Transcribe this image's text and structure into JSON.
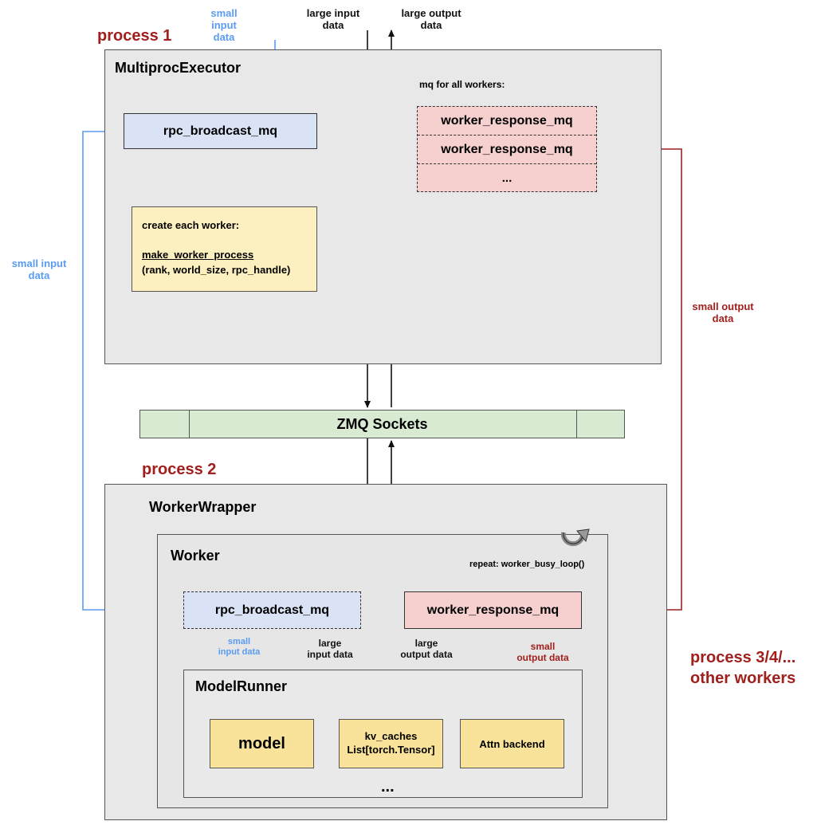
{
  "process1": "process 1",
  "process2": "process 2",
  "process_other": {
    "line1": "process 3/4/...",
    "line2": "other workers"
  },
  "executor": {
    "title": "MultiprocExecutor",
    "rpc_mq": "rpc_broadcast_mq",
    "mq_caption": "mq for all workers:",
    "response_mqs": [
      "worker_response_mq",
      "worker_response_mq",
      "..."
    ],
    "create_box": {
      "line1": "create each worker:",
      "func": "make_worker_process",
      "args": "(rank, world_size, rpc_handle)"
    }
  },
  "zmq": "ZMQ Sockets",
  "wrapper": {
    "title": "WorkerWrapper",
    "worker_title": "Worker",
    "repeat": "repeat: worker_busy_loop()",
    "rpc_mq": "rpc_broadcast_mq",
    "response_mq": "worker_response_mq",
    "runner": {
      "title": "ModelRunner",
      "model": "model",
      "kv": {
        "line1": "kv_caches",
        "line2": "List[torch.Tensor]"
      },
      "attn": "Attn backend",
      "more": "..."
    }
  },
  "labels": {
    "small_input_top": {
      "line1": "small input",
      "line2": "data"
    },
    "large_input_top": {
      "line1": "large input",
      "line2": "data"
    },
    "large_output_top": {
      "line1": "large output",
      "line2": "data"
    },
    "small_input_left": {
      "line1": "small input",
      "line2": "data"
    },
    "small_output_right": {
      "line1": "small output",
      "line2": "data"
    },
    "small_input_inner": {
      "line1": "small",
      "line2": "input data"
    },
    "large_input_inner": {
      "line1": "large",
      "line2": "input data"
    },
    "large_output_inner": {
      "line1": "large",
      "line2": "output data"
    },
    "small_output_inner": {
      "line1": "small",
      "line2": "output data"
    }
  },
  "colors": {
    "blue_arrow": "#5b9bf0",
    "red_arrow": "#a0201e",
    "black_arrow": "#111111"
  }
}
